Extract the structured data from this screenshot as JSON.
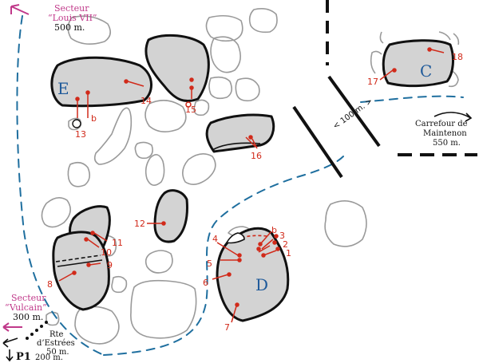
{
  "colors": {
    "boulder_fill": "#d3d3d3",
    "boulder_stroke": "#111111",
    "background_rock_stroke": "#9a9a9a",
    "path": "#1f6f9f",
    "sector_label": "#c0398a",
    "marker": "#d12a1a",
    "sector_letter": "#1f5a9a"
  },
  "sectors": {
    "E": "E",
    "C": "C",
    "D": "D"
  },
  "markers": [
    "1",
    "2",
    "3",
    "4",
    "5",
    "6",
    "7",
    "8",
    "9",
    "10",
    "11",
    "12",
    "13",
    "14",
    "15",
    "16",
    "17",
    "18",
    "b"
  ],
  "labels": {
    "louis_vii": {
      "line1": "Secteur",
      "line2": "“Louis VII”",
      "line3": "500 m."
    },
    "vulcain": {
      "line1": "Secteur",
      "line2": "“Vulcain”",
      "line3": "300 m."
    },
    "carrefour": {
      "line1": "Carrefour de",
      "line2": "Maintenon",
      "line3": "550 m."
    },
    "estrees": {
      "line1": "Rte",
      "line2": "d’Estrées",
      "line3": "50 m."
    },
    "parking": {
      "code": "P1",
      "distance": "200 m."
    },
    "scale": "< 100 m. >"
  },
  "icons": [
    "arrow-up-left-icon",
    "arrow-left-icon",
    "arrow-down-left-icon",
    "arrow-down-icon",
    "arrow-right-curved-icon"
  ]
}
